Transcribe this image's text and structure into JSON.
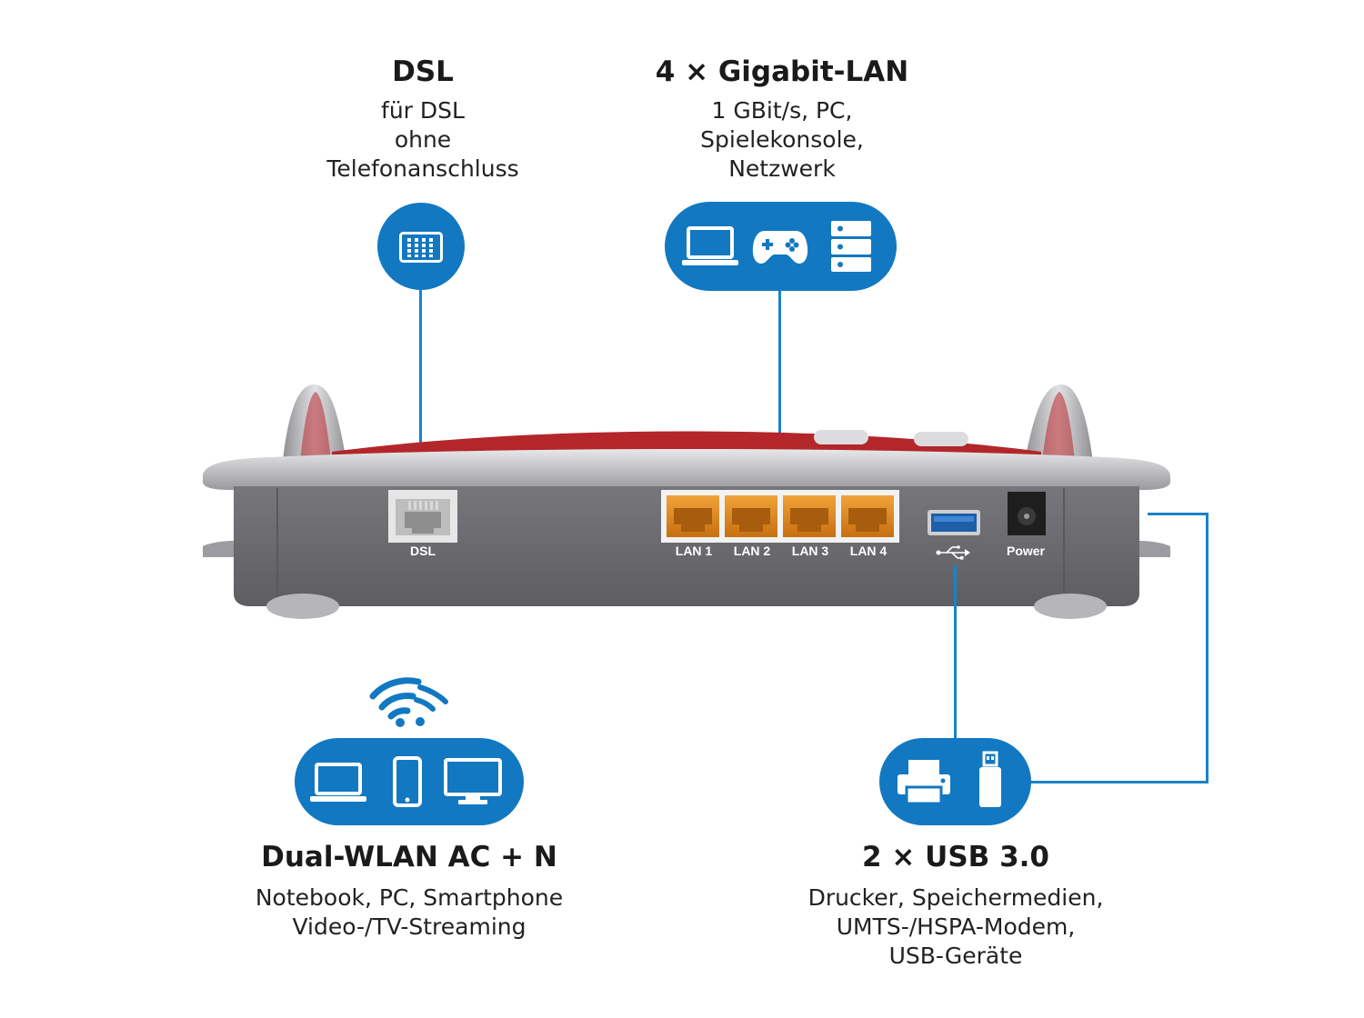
{
  "dsl": {
    "title": "DSL",
    "lines": [
      "für DSL",
      "ohne",
      "Telefonanschluss"
    ]
  },
  "lan": {
    "title": "4 × Gigabit-LAN",
    "lines": [
      "1 GBit/s, PC,",
      "Spielekonsole,",
      "Netzwerk"
    ]
  },
  "wlan": {
    "title": "Dual-WLAN AC + N",
    "lines": [
      "Notebook, PC, Smartphone",
      "Video-/TV-Streaming"
    ]
  },
  "usb": {
    "title": "2 × USB 3.0",
    "lines": [
      "Drucker, Speichermedien,",
      "UMTS-/HSPA-Modem,",
      "USB-Geräte"
    ]
  },
  "router": {
    "ports": {
      "dsl": "DSL",
      "lan": [
        "LAN 1",
        "LAN 2",
        "LAN 3",
        "LAN 4"
      ],
      "power": "Power"
    }
  },
  "icons": {
    "dsl": "dsl-port-icon",
    "lan": [
      "laptop-icon",
      "gamepad-icon",
      "server-icon"
    ],
    "wifi": "wifi-icon",
    "wlan": [
      "laptop-icon",
      "smartphone-icon",
      "monitor-icon"
    ],
    "usb": [
      "printer-icon",
      "usb-stick-icon",
      "usb-symbol-icon"
    ]
  },
  "colors": {
    "accent": "#1278c1",
    "router_body": "#6e6e72",
    "lan_port": "#e08a1e",
    "router_top": "#b3262a"
  }
}
